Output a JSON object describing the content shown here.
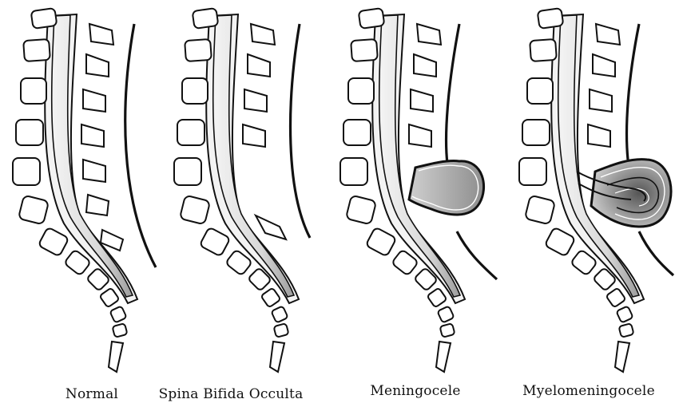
{
  "panels": [
    {
      "id": "normal",
      "label": "Normal"
    },
    {
      "id": "spina-bifida-occulta",
      "label": "Spina Bifida Occulta"
    },
    {
      "id": "meningocele",
      "label": "Meningocele"
    },
    {
      "id": "myelomeningocele",
      "label": "Myelomeningocele"
    }
  ],
  "colors": {
    "outline": "#111111",
    "cord_fill": "#d6d6d6",
    "canal_fill": "#f2f2f2",
    "sac_fill": "#9a9a9a",
    "vertebra_fill": "#ffffff"
  }
}
